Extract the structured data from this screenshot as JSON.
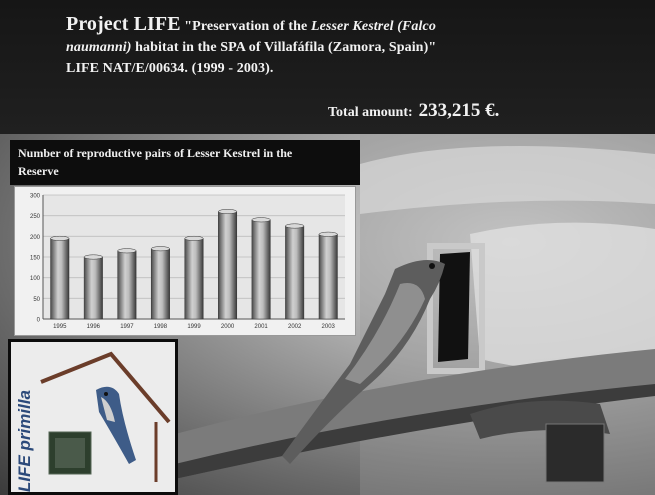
{
  "banner": {
    "title_prefix": "Project LIFE",
    "title_line1": "\"Preservation of the",
    "title_species": "Lesser Kestrel",
    "title_latin_a": "(Falco",
    "title_latin_b": "naumanni)",
    "title_line2": "habitat in the SPA of Villafáfila (Zamora, Spain)\"",
    "project_code": "LIFE NAT/E/00634. (1999 - 2003).",
    "total_label": "Total amount:",
    "total_amount": "233,215 €."
  },
  "chart_data": {
    "type": "bar",
    "title": "Number of reproductive pairs of Lesser Kestrel in the Reserve",
    "categories": [
      "1995",
      "1996",
      "1997",
      "1998",
      "1999",
      "2000",
      "2001",
      "2002",
      "2003"
    ],
    "values": [
      195,
      150,
      165,
      170,
      195,
      260,
      240,
      225,
      205
    ],
    "ylim": [
      0,
      300
    ],
    "yticks": [
      0,
      50,
      100,
      150,
      200,
      250,
      300
    ],
    "xlabel": "",
    "ylabel": "",
    "grid": true,
    "bar_color": "#8a8a8a"
  },
  "logo": {
    "text": "LIFE primilla"
  },
  "colors": {
    "banner_bg": "#1a1a1a",
    "banner_text": "#f2f2f2",
    "logo_text": "#2c4a7a"
  }
}
